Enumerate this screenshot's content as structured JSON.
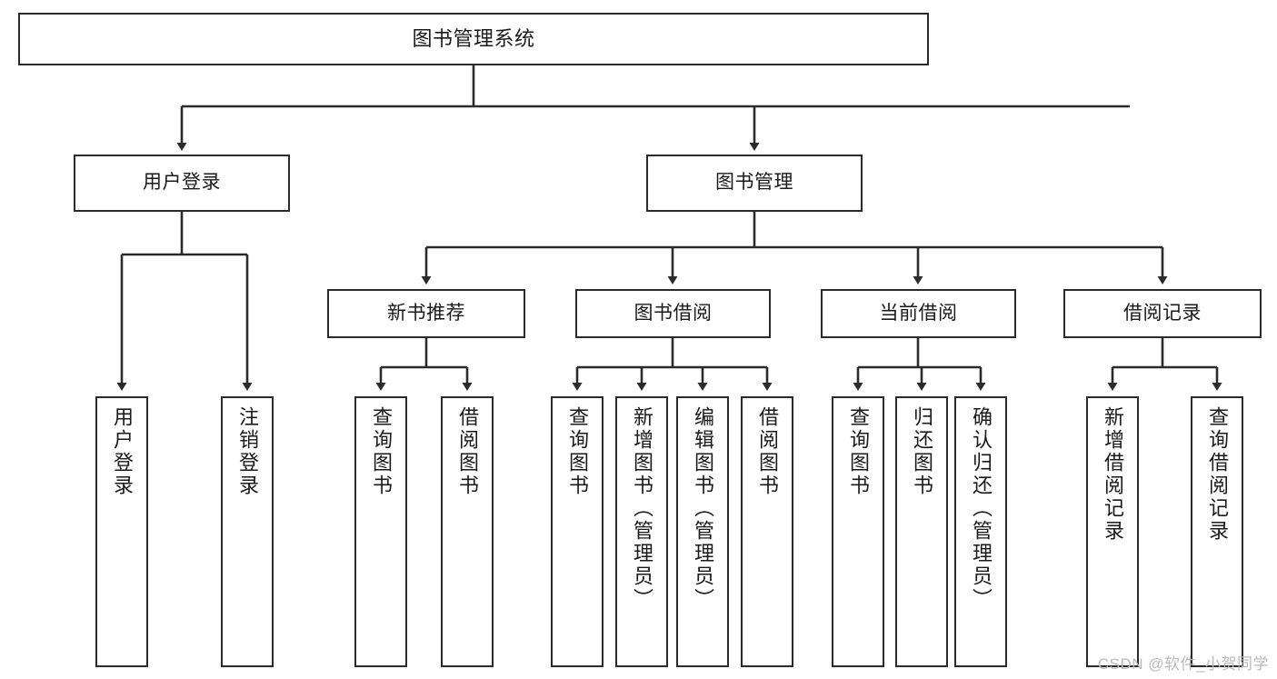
{
  "diagram": {
    "title": "图书管理系统",
    "type": "functional-structure-tree",
    "watermark": "CSDN @软件_小贺同学",
    "colors": {
      "border": "#2b2b2b",
      "fill": "#ffffff",
      "edge": "#2b2b2b",
      "text": "#1a1a1a",
      "watermark": "#b9b9b9"
    },
    "nodes": {
      "root": {
        "label": "图书管理系统"
      },
      "level1": [
        {
          "id": "user-login",
          "label": "用户登录"
        },
        {
          "id": "book-manage",
          "label": "图书管理"
        }
      ],
      "level2": [
        {
          "id": "new-book-recommend",
          "label": "新书推荐"
        },
        {
          "id": "book-borrow",
          "label": "图书借阅"
        },
        {
          "id": "current-borrow",
          "label": "当前借阅"
        },
        {
          "id": "borrow-record",
          "label": "借阅记录"
        }
      ],
      "leaves": {
        "user_login": [
          {
            "id": "leaf-user-login",
            "label": "用户登录"
          },
          {
            "id": "leaf-logout-login",
            "label": "注销登录"
          }
        ],
        "new_book_recommend": [
          {
            "id": "leaf-query-book-1",
            "label": "查询图书"
          },
          {
            "id": "leaf-borrow-book-1",
            "label": "借阅图书"
          }
        ],
        "book_borrow": [
          {
            "id": "leaf-query-book-2",
            "label": "查询图书"
          },
          {
            "id": "leaf-add-book",
            "label": "新增图书（管理员）"
          },
          {
            "id": "leaf-edit-book",
            "label": "编辑图书（管理员）"
          },
          {
            "id": "leaf-borrow-book-2",
            "label": "借阅图书"
          }
        ],
        "current_borrow": [
          {
            "id": "leaf-query-book-3",
            "label": "查询图书"
          },
          {
            "id": "leaf-return-book",
            "label": "归还图书"
          },
          {
            "id": "leaf-confirm-return",
            "label": "确认归还（管理员）"
          }
        ],
        "borrow_record": [
          {
            "id": "leaf-add-borrow-record",
            "label": "新增借阅记录"
          },
          {
            "id": "leaf-query-borrow-record",
            "label": "查询借阅记录"
          }
        ]
      }
    }
  }
}
